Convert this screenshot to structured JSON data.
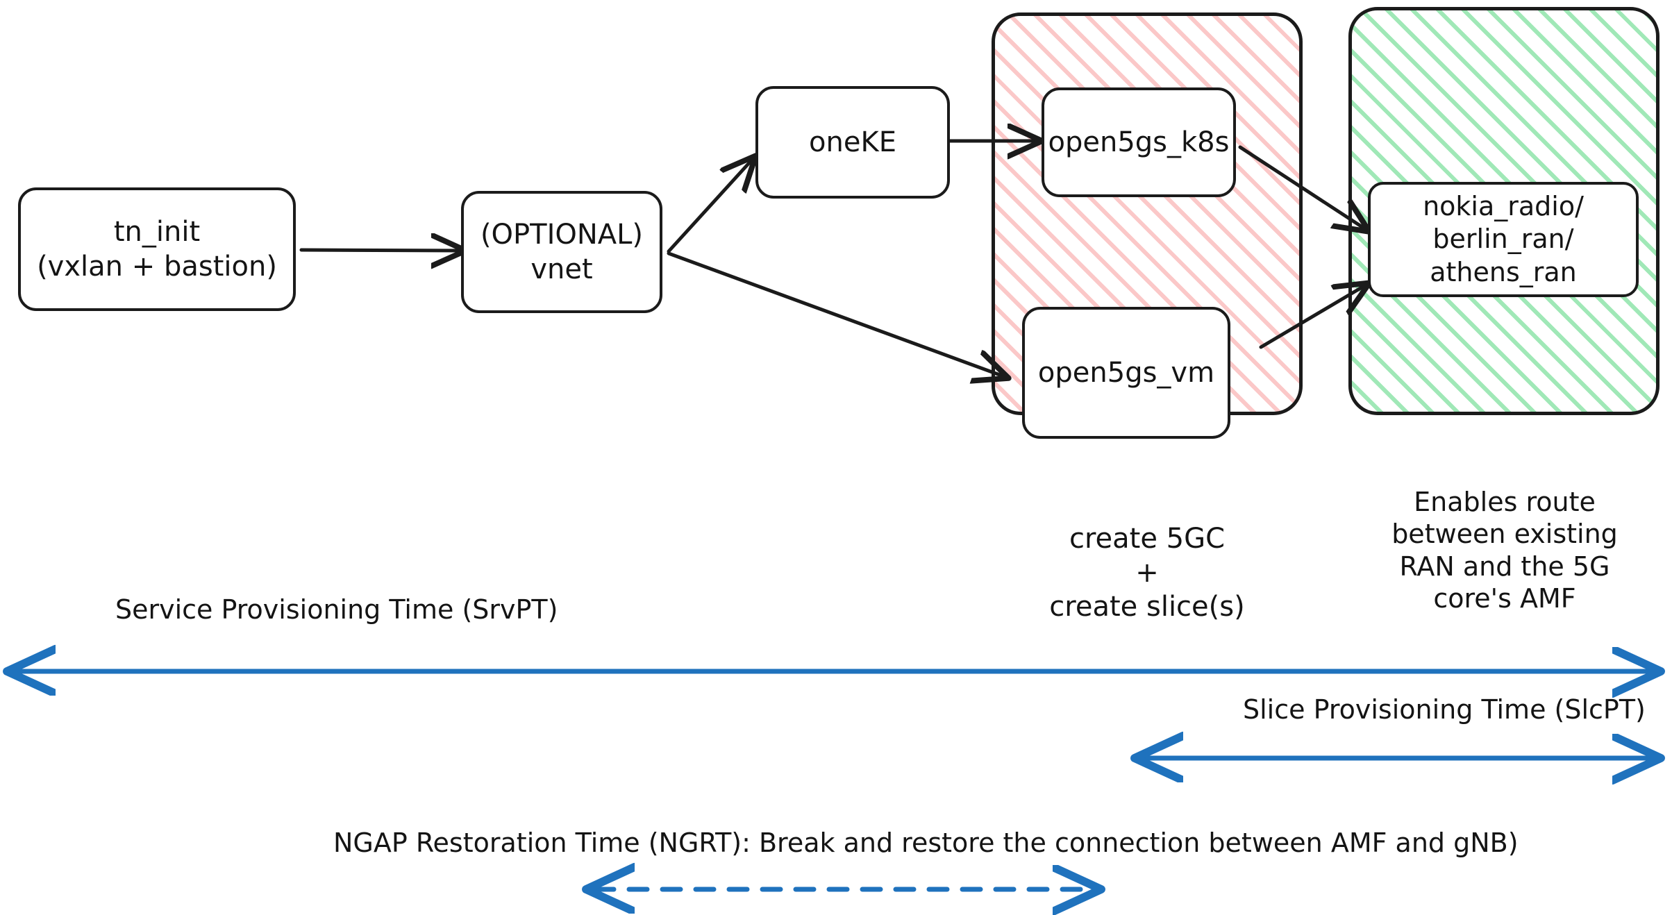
{
  "diagram": {
    "title": "5G service and slice provisioning timeline",
    "colors": {
      "stroke": "#1b1b1b",
      "background": "#ffffff",
      "pink_hatch": "#f9bcbc",
      "green_hatch": "#96e6af",
      "timeline_arrow": "#1f72bd"
    },
    "nodes": [
      {
        "id": "tn_init",
        "label": "tn_init\n(vxlan + bastion)"
      },
      {
        "id": "vnet",
        "label": "(OPTIONAL)\nvnet"
      },
      {
        "id": "oneke",
        "label": "oneKE"
      },
      {
        "id": "open5gs_k8s",
        "label": "open5gs_k8s"
      },
      {
        "id": "open5gs_vm",
        "label": "open5gs_vm"
      },
      {
        "id": "nokia_radio",
        "label": "nokia_radio/\nberlin_ran/\nathens_ran"
      }
    ],
    "groups": [
      {
        "id": "core-group",
        "style": "pink",
        "caption": "create 5GC\n+\ncreate slice(s)"
      },
      {
        "id": "radio-group",
        "style": "green",
        "caption": "Enables route\nbetween existing\nRAN and the 5G\ncore's AMF"
      }
    ],
    "timelines": [
      {
        "id": "srvpt",
        "label": "Service Provisioning Time (SrvPT)",
        "style": "solid"
      },
      {
        "id": "slcpt",
        "label": "Slice Provisioning Time (SlcPT)",
        "style": "solid"
      },
      {
        "id": "ngrt",
        "label": "NGAP Restoration Time (NGRT): Break and restore the connection between AMF and gNB)",
        "style": "dashed"
      }
    ]
  }
}
